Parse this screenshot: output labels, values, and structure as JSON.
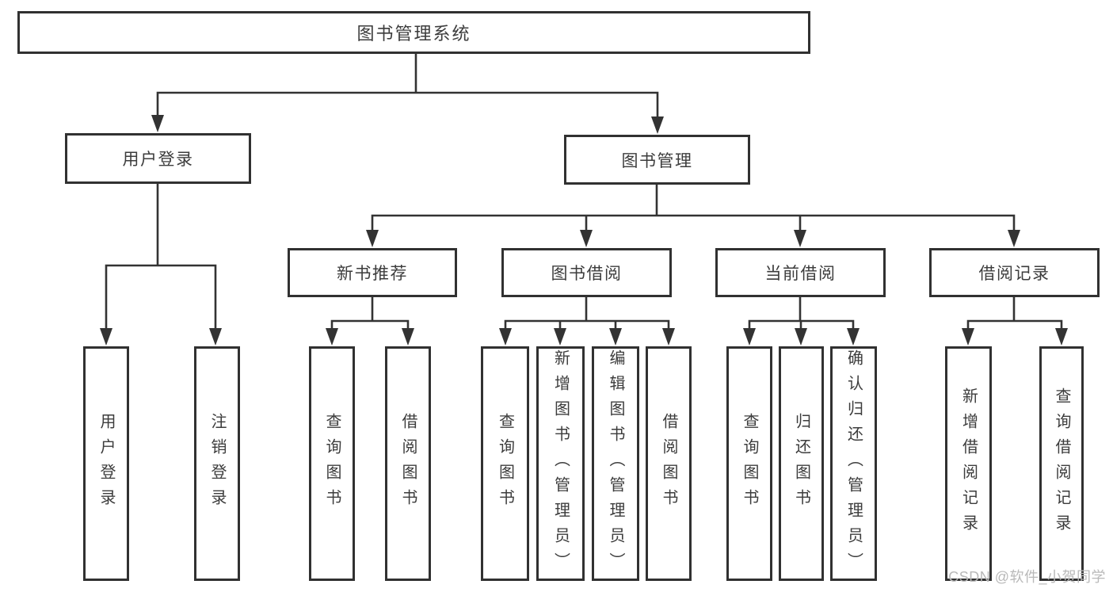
{
  "diagram": {
    "watermark": "CSDN @软件_小贺同学",
    "colors": {
      "line": "#333333",
      "border": "#313131",
      "text": "#3c3c3c",
      "watermark": "#b9b9b9",
      "background": "#ffffff"
    },
    "nodes": [
      {
        "id": "root",
        "level": 1,
        "label": "图书管理系统"
      },
      {
        "id": "user-login-branch",
        "level": 2,
        "label": "用户登录"
      },
      {
        "id": "book-mgmt-branch",
        "level": 2,
        "label": "图书管理"
      },
      {
        "id": "new-book-recommend",
        "level": 3,
        "label": "新书推荐"
      },
      {
        "id": "book-borrow",
        "level": 3,
        "label": "图书借阅"
      },
      {
        "id": "current-borrow",
        "level": 3,
        "label": "当前借阅"
      },
      {
        "id": "borrow-records",
        "level": 3,
        "label": "借阅记录"
      },
      {
        "id": "user-login-leaf",
        "level": 4,
        "label": "用户登录"
      },
      {
        "id": "logout-leaf",
        "level": 4,
        "label": "注销登录"
      },
      {
        "id": "query-books-a",
        "level": 4,
        "label": "查询图书"
      },
      {
        "id": "borrow-books-a",
        "level": 4,
        "label": "借阅图书"
      },
      {
        "id": "query-books-b",
        "level": 4,
        "label": "查询图书"
      },
      {
        "id": "add-books-admin",
        "level": 4,
        "label": "新增图书（管理员）"
      },
      {
        "id": "edit-books-admin",
        "level": 4,
        "label": "编辑图书（管理员）"
      },
      {
        "id": "borrow-books-b",
        "level": 4,
        "label": "借阅图书"
      },
      {
        "id": "query-books-c",
        "level": 4,
        "label": "查询图书"
      },
      {
        "id": "return-books",
        "level": 4,
        "label": "归还图书"
      },
      {
        "id": "confirm-return-admin",
        "level": 4,
        "label": "确认归还（管理员）"
      },
      {
        "id": "add-borrow-record",
        "level": 4,
        "label": "新增借阅记录"
      },
      {
        "id": "query-borrow-record",
        "level": 4,
        "label": "查询借阅记录"
      }
    ]
  }
}
